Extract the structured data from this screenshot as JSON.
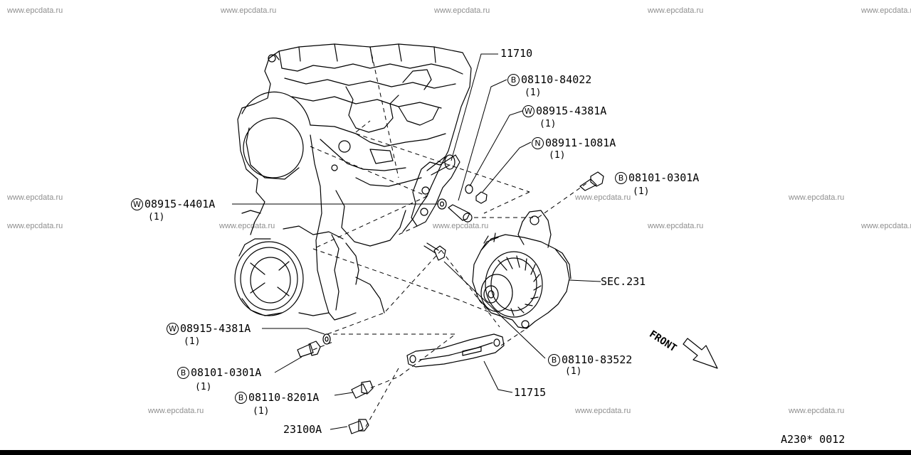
{
  "watermark": "www.epcdata.ru",
  "parts": [
    {
      "id": "p11710",
      "prefix": "",
      "code": "11710",
      "qty": ""
    },
    {
      "id": "p84022",
      "prefix": "B",
      "code": "08110-84022",
      "qty": "(1)"
    },
    {
      "id": "p4381a",
      "prefix": "W",
      "code": "08915-4381A",
      "qty": "(1)"
    },
    {
      "id": "p1081a",
      "prefix": "N",
      "code": "08911-1081A",
      "qty": "(1)"
    },
    {
      "id": "p0301a_r",
      "prefix": "B",
      "code": "08101-0301A",
      "qty": "(1)"
    },
    {
      "id": "p4401a",
      "prefix": "W",
      "code": "08915-4401A",
      "qty": "(1)"
    },
    {
      "id": "psec231",
      "prefix": "",
      "code": "SEC.231",
      "qty": ""
    },
    {
      "id": "p4381a_l",
      "prefix": "W",
      "code": "08915-4381A",
      "qty": "(1)"
    },
    {
      "id": "p0301a_l",
      "prefix": "B",
      "code": "08101-0301A",
      "qty": "(1)"
    },
    {
      "id": "p83522",
      "prefix": "B",
      "code": "08110-83522",
      "qty": "(1)"
    },
    {
      "id": "p8201a",
      "prefix": "B",
      "code": "08110-8201A",
      "qty": "(1)"
    },
    {
      "id": "p11715",
      "prefix": "",
      "code": "11715",
      "qty": ""
    },
    {
      "id": "p23100a",
      "prefix": "",
      "code": "23100A",
      "qty": ""
    }
  ],
  "front_label": "FRONT",
  "figure_code": "A230* 0012"
}
